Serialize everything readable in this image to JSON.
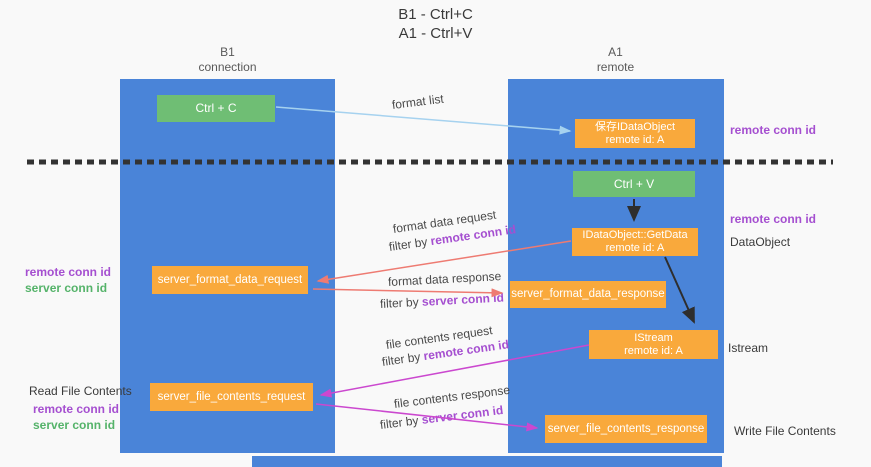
{
  "title": {
    "line1": "B1 - Ctrl+C",
    "line2": "A1 - Ctrl+V"
  },
  "columns": {
    "left": {
      "name": "B1",
      "role": "connection"
    },
    "right": {
      "name": "A1",
      "role": "remote"
    }
  },
  "boxes": {
    "ctrl_c": {
      "label": "Ctrl + C"
    },
    "ctrl_v": {
      "label": "Ctrl + V"
    },
    "save_dataobject": {
      "line1": "保存IDataObject",
      "line2": "remote id: A"
    },
    "getdata": {
      "line1": "IDataObject::GetData",
      "line2": "remote id: A"
    },
    "istream": {
      "line1": "IStream",
      "line2": "remote id: A"
    },
    "server_format_data_request": {
      "label": "server_format_data_request"
    },
    "server_format_data_response": {
      "label": "server_format_data_response"
    },
    "server_file_contents_request": {
      "label": "server_file_contents_request"
    },
    "server_file_contents_response": {
      "label": "server_file_contents_response"
    }
  },
  "side_labels": {
    "right_remote_conn_id_1": "remote conn id",
    "right_remote_conn_id_2": "remote conn id",
    "dataobject": "DataObject",
    "istream": "Istream",
    "write_file_contents": "Write File Contents",
    "read_file_contents": "Read File Contents",
    "left_remote_conn_id_1": "remote conn id",
    "left_server_conn_id_1": "server conn id",
    "left_remote_conn_id_2": "remote conn id",
    "left_server_conn_id_2": "server conn id"
  },
  "flow_labels": {
    "format_list": "format list",
    "format_data_request": "format data request",
    "format_data_request_filter_prefix": "filter by ",
    "format_data_request_filter_key": "remote conn id",
    "format_data_response": "format data response",
    "format_data_response_filter_prefix": "filter by ",
    "format_data_response_filter_key": "server conn id",
    "file_contents_request": "file contents request",
    "file_contents_request_filter_prefix": "filter by ",
    "file_contents_request_filter_key": "remote conn id",
    "file_contents_response": "file contents response",
    "file_contents_response_filter_prefix": "filter by ",
    "file_contents_response_filter_key": "server conn id"
  },
  "colors": {
    "lifeline_blue": "#4a84d8",
    "box_green": "#6fbe74",
    "box_orange": "#f9a93c",
    "conn_id_purple": "#a54fd0",
    "conn_id_green": "#55b36a",
    "arrow_blue": "#a6d2ef",
    "arrow_red": "#ee7b72",
    "arrow_magenta": "#cb48cf"
  }
}
